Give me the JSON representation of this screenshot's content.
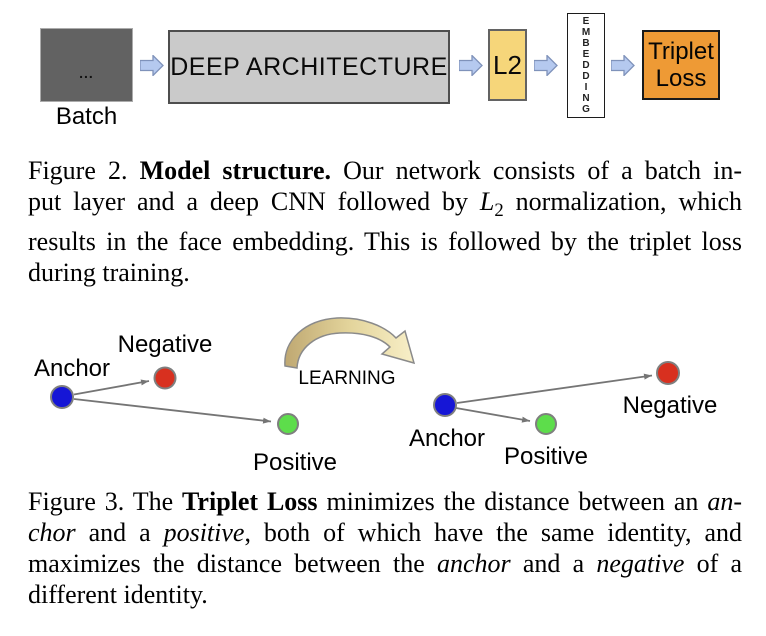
{
  "theme": {
    "stripe_blue": "#1414cf",
    "stripe_green": "#5cdd4a",
    "stripe_red": "#d92a1c",
    "stripe_sep": "#626262",
    "deep_bg": "#cacaca",
    "l2_bg": "#f6d67a",
    "triplet_bg": "#ee9a35",
    "arrow_fill": "#b5c9ef",
    "arrow_stroke": "#7f92ba",
    "dot_blue": "#1616d6",
    "dot_red": "#d8301f",
    "dot_green": "#5ddd4b",
    "arc_dark": "#bfa872",
    "arc_light": "#f8efc8"
  },
  "figure2_diagram": {
    "batch_label": "Batch",
    "batch_dots": "...",
    "deep_architecture": "DEEP ARCHITECTURE",
    "l2": "L2",
    "embedding_letters": [
      "E",
      "M",
      "B",
      "E",
      "D",
      "D",
      "I",
      "N",
      "G"
    ],
    "triplet_line1": "Triplet",
    "triplet_line2": "Loss"
  },
  "figure2_caption": {
    "line1": {
      "seg1": "Figure 2. ",
      "seg2": "Model structure.",
      "seg3": "  Our network consists of a batch in-"
    },
    "line2": {
      "seg1": "put layer and a deep CNN followed by ",
      "math_letter": "L",
      "math_sub": "2",
      "seg2": " normalization, which"
    },
    "line3": "results in the face embedding. This is followed by the triplet loss",
    "line4": "during training."
  },
  "figure3_diagram": {
    "learning_label": "LEARNING",
    "left": {
      "anchor": "Anchor",
      "negative": "Negative",
      "positive": "Positive"
    },
    "right": {
      "anchor": "Anchor",
      "negative": "Negative",
      "positive": "Positive"
    }
  },
  "figure3_caption": {
    "line1": {
      "seg1": "Figure 3. The ",
      "seg2": "Triplet Loss",
      "seg3": " minimizes the distance between an ",
      "seg4": "an-"
    },
    "line2": {
      "seg1": "chor",
      "seg2": " and a ",
      "seg3": "positive",
      "seg4": ", both of which have the same identity, and"
    },
    "line3": {
      "seg1": "maximizes the distance between the ",
      "seg2": "anchor",
      "seg3": " and a ",
      "seg4": "negative",
      "seg5": " of a"
    },
    "line4": "different identity."
  }
}
